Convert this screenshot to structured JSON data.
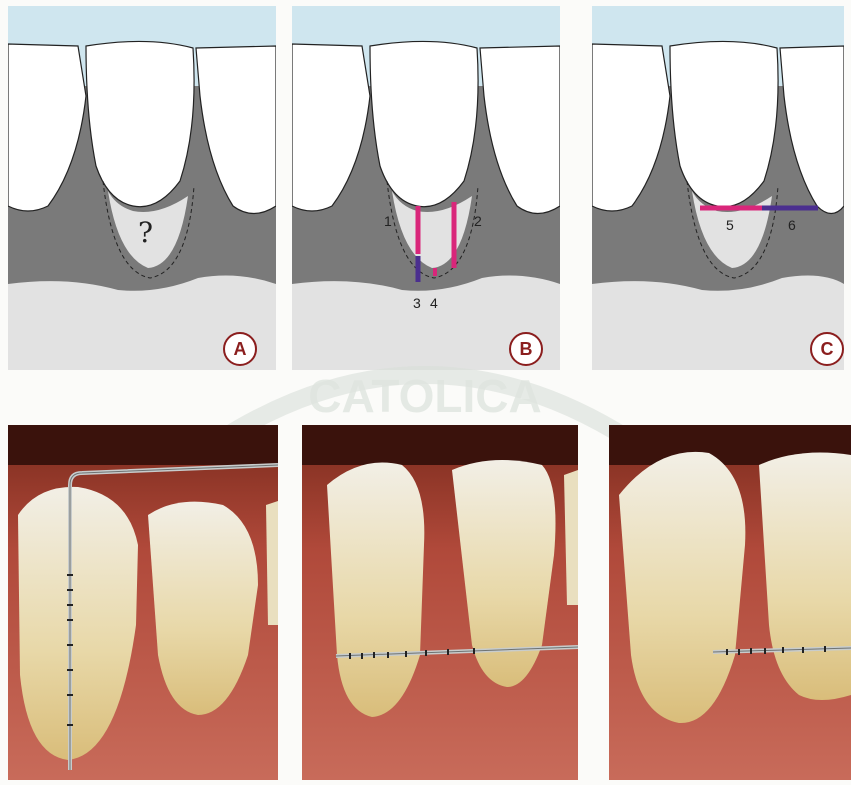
{
  "panels": {
    "a": {
      "label": "A",
      "question_mark": "?"
    },
    "b": {
      "label": "B",
      "numbers": [
        "1",
        "2",
        "3",
        "4"
      ]
    },
    "c": {
      "label": "C",
      "numbers": [
        "5",
        "6"
      ]
    }
  },
  "watermark": {
    "text": "CATOLICA"
  },
  "colors": {
    "sky": "#cfe6ef",
    "gum": "#7a7a7a",
    "bone": "#e2e2e2",
    "magenta": "#d9267a",
    "purple": "#4b2f8f",
    "label_ring": "#8b1e1e"
  },
  "photos": [
    "probe-vertical-photo",
    "probe-horizontal-photo",
    "probe-horizontal-short-photo"
  ]
}
